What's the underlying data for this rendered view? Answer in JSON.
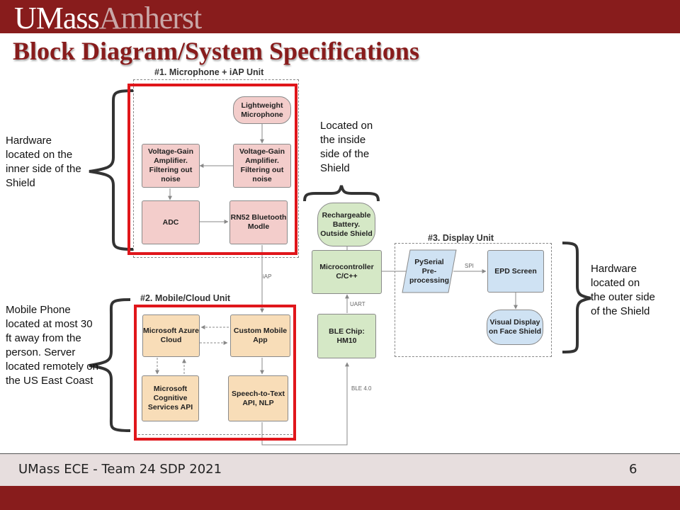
{
  "header": {
    "logo_um": "UMass",
    "logo_amherst": "Amherst",
    "title": "Block Diagram/System Specifications"
  },
  "units": {
    "unit1_title": "#1. Microphone + iAP Unit",
    "unit2_title": "#2. Mobile/Cloud Unit",
    "unit3_title": "#3. Display Unit"
  },
  "blocks": {
    "microphone": "Lightweight Microphone",
    "vga_right": "Voltage-Gain Amplifier. Filtering out noise",
    "vga_left": "Voltage-Gain Amplifier. Filtering out noise",
    "adc": "ADC",
    "rn52": "RN52 Bluetooth Modle",
    "battery": "Rechargeable Battery. Outside Shield",
    "microcontroller": "Microcontroller C/C++",
    "ble_chip": "BLE Chip: HM10",
    "azure": "Microsoft Azure Cloud",
    "mobile_app": "Custom Mobile App",
    "cognitive": "Microsoft Cognitive Services API",
    "speech": "Speech-to-Text API, NLP",
    "pyserial": "PySerial Pre-processing",
    "epd": "EPD Screen",
    "visual": "Visual Display on Face Shield"
  },
  "connections": {
    "iap": "iAP",
    "uart": "UART",
    "spi": "SPI",
    "ble": "BLE 4.0"
  },
  "notes": {
    "hardware_inner": "Hardware located on the inner side of the Shield",
    "inside_shield": "Located on the inside side of the Shield",
    "mobile_phone": "Mobile Phone located at most 30 ft away from the person. Server located remotely on the US East Coast",
    "hardware_outer": "Hardware located on the outer side of the Shield"
  },
  "footer": {
    "text": "UMass ECE - Team 24 SDP 2021",
    "page": "6"
  },
  "colors": {
    "maroon": "#881c1c",
    "highlight_red": "#e0161b",
    "pink_block": "#f3cdcb",
    "tan_block": "#f8ddb8",
    "green_block": "#d5e8c6",
    "blue_block": "#cfe2f3"
  }
}
